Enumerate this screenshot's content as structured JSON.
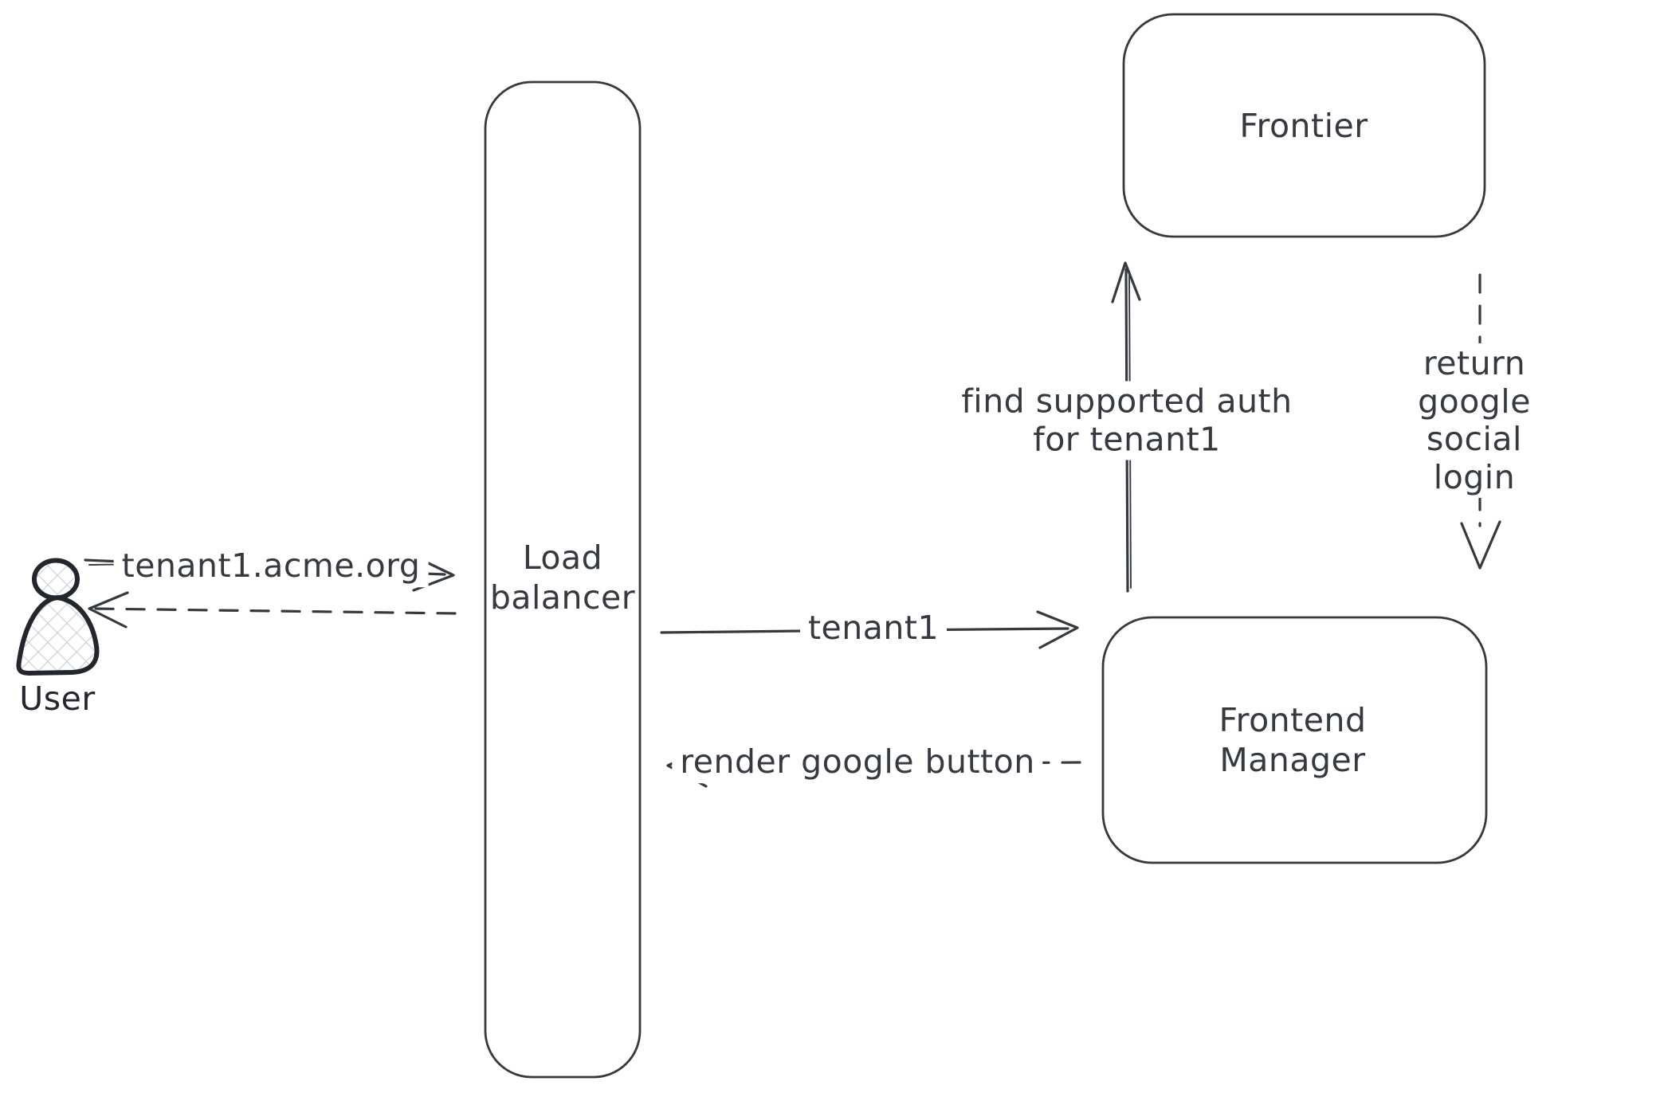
{
  "colors": {
    "ink": "#343a40",
    "person": "#23272d",
    "hatch": "#cdd4db",
    "bg": "#ffffff"
  },
  "nodes": {
    "user": {
      "label": "User",
      "kind": "actor"
    },
    "load_balancer": {
      "label": "Load\nbalancer",
      "kind": "box"
    },
    "frontier": {
      "label": "Frontier",
      "kind": "box"
    },
    "frontend_manager": {
      "label": "Frontend\nManager",
      "kind": "box"
    }
  },
  "edges": {
    "request": {
      "label": "tenant1.acme.org",
      "from": "User",
      "to": "Load balancer",
      "style": "solid"
    },
    "response": {
      "label": "",
      "from": "Load balancer",
      "to": "User",
      "style": "dashed"
    },
    "tenant1": {
      "label": "tenant1",
      "from": "Load balancer",
      "to": "Frontend Manager",
      "style": "solid"
    },
    "render_google_button": {
      "label": "render google button",
      "from": "Frontend Manager",
      "to": "Load balancer",
      "style": "dashed"
    },
    "find_supported_auth": {
      "label": "find supported auth\nfor tenant1",
      "from": "Frontend Manager",
      "to": "Frontier",
      "style": "solid"
    },
    "return_google_social": {
      "label": "return google social\nlogin",
      "from": "Frontier",
      "to": "Frontend Manager",
      "style": "dashed"
    }
  }
}
